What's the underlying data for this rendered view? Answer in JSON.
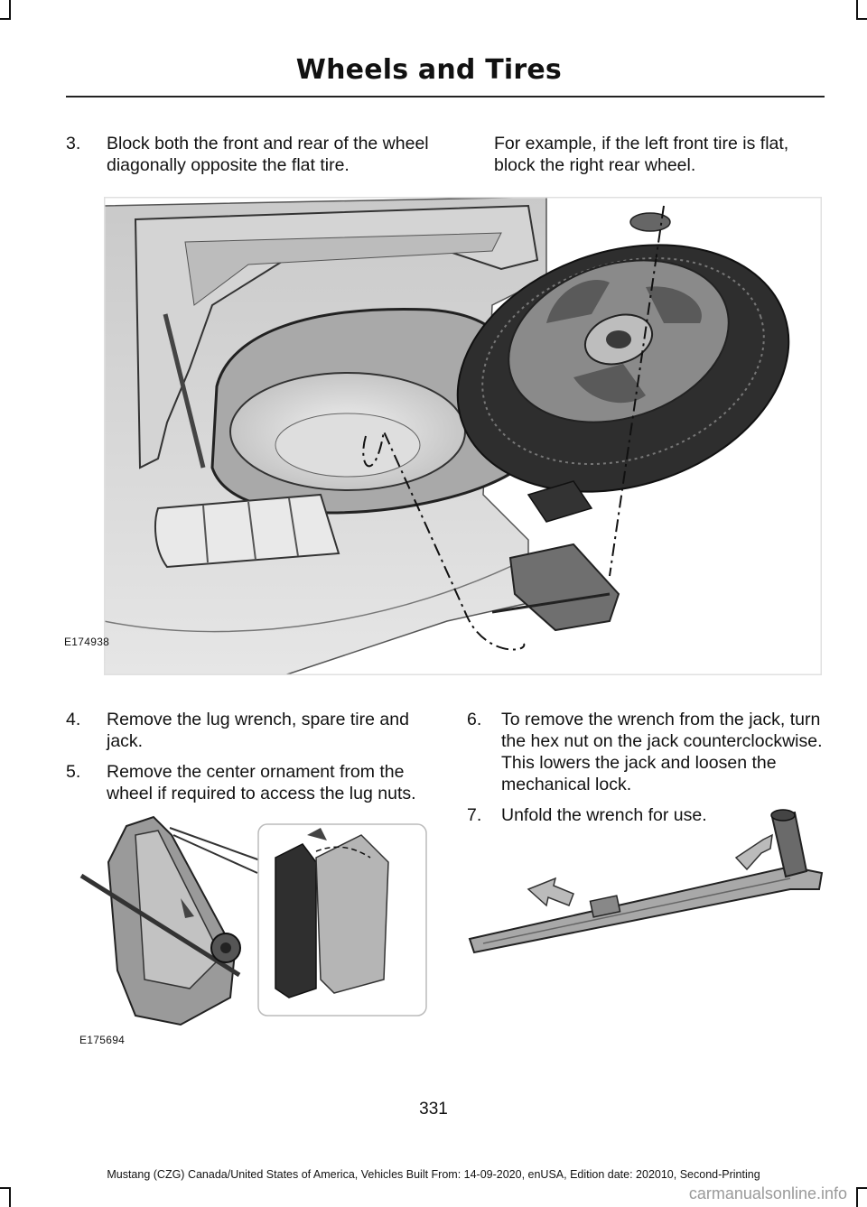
{
  "header": {
    "title": "Wheels and Tires"
  },
  "left_column": {
    "step3": {
      "number": "3.",
      "text": "Block both the front and rear of the wheel diagonally opposite the flat tire."
    },
    "step4": {
      "number": "4.",
      "text": "Remove the lug wrench, spare tire and jack."
    },
    "step5": {
      "number": "5.",
      "text": "Remove the center ornament from the wheel if required to access the lug nuts."
    }
  },
  "right_column": {
    "step3_cont": {
      "text": "For example, if the left front tire is flat, block the right rear wheel."
    },
    "step6": {
      "number": "6.",
      "text": "To remove the wrench from the jack, turn the hex nut on the jack counterclockwise. This lowers the jack and loosen the mechanical lock."
    },
    "step7": {
      "number": "7.",
      "text": "Unfold the wrench for use."
    }
  },
  "figures": {
    "trunk": {
      "id": "E174938"
    },
    "jack": {
      "id": "E175694"
    }
  },
  "page_number": "331",
  "footer_text": "Mustang (CZG) Canada/United States of America, Vehicles Built From: 14-09-2020, enUSA, Edition date: 202010, Second-Printing",
  "watermark": "carmanualsonline.info"
}
